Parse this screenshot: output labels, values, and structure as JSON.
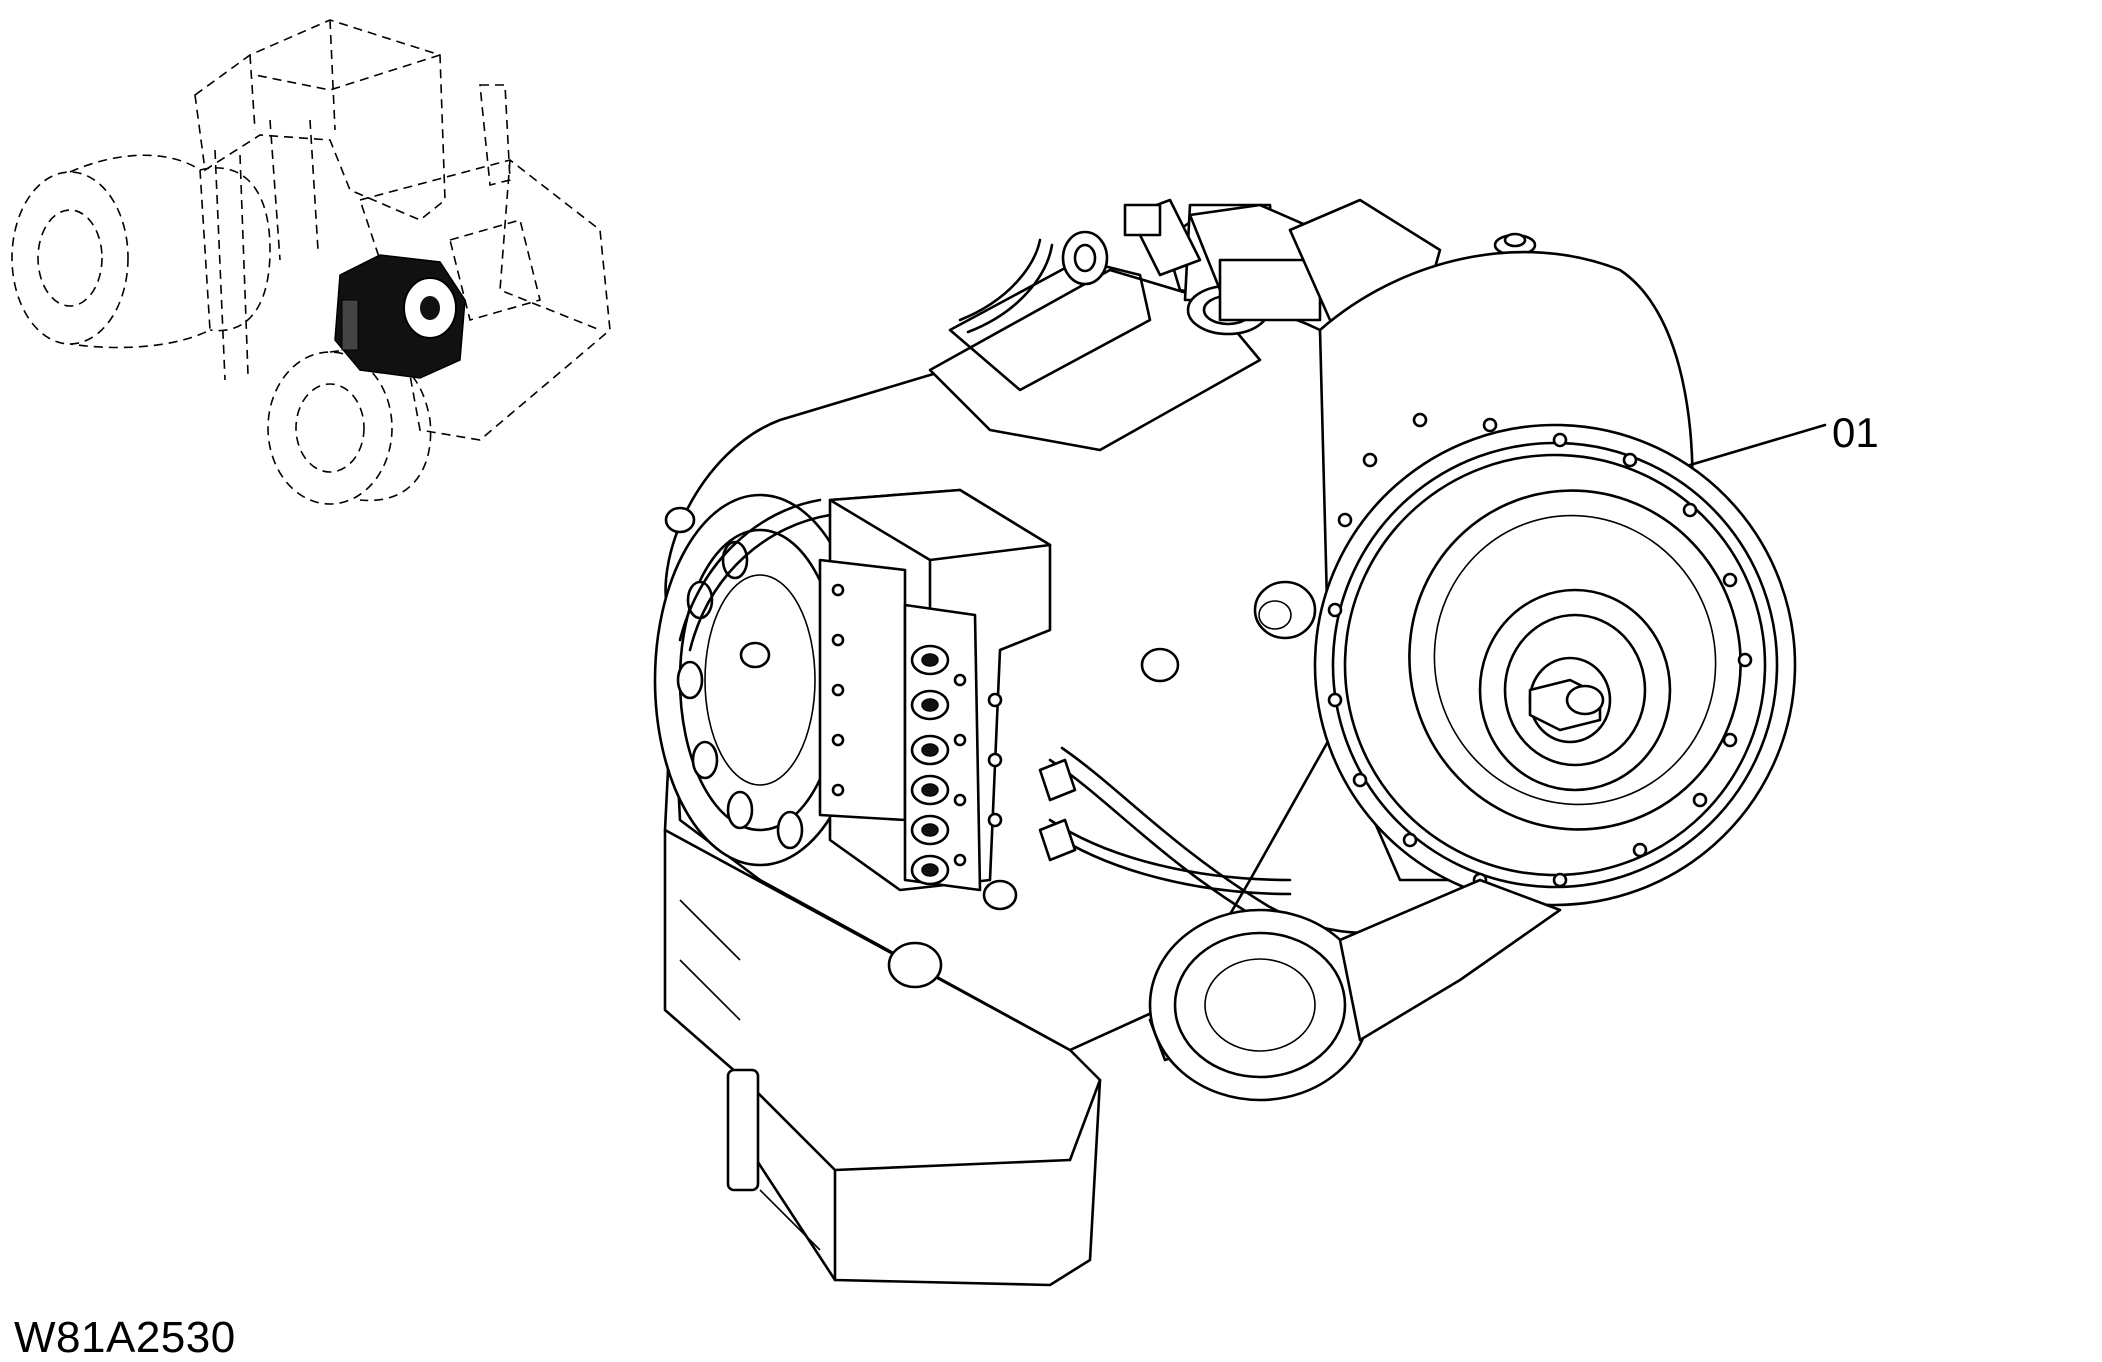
{
  "drawing": {
    "document_code": "W81A2530",
    "callouts": [
      {
        "id": "01",
        "label": "01"
      }
    ]
  },
  "colors": {
    "ink": "#000000",
    "paper": "#ffffff"
  }
}
